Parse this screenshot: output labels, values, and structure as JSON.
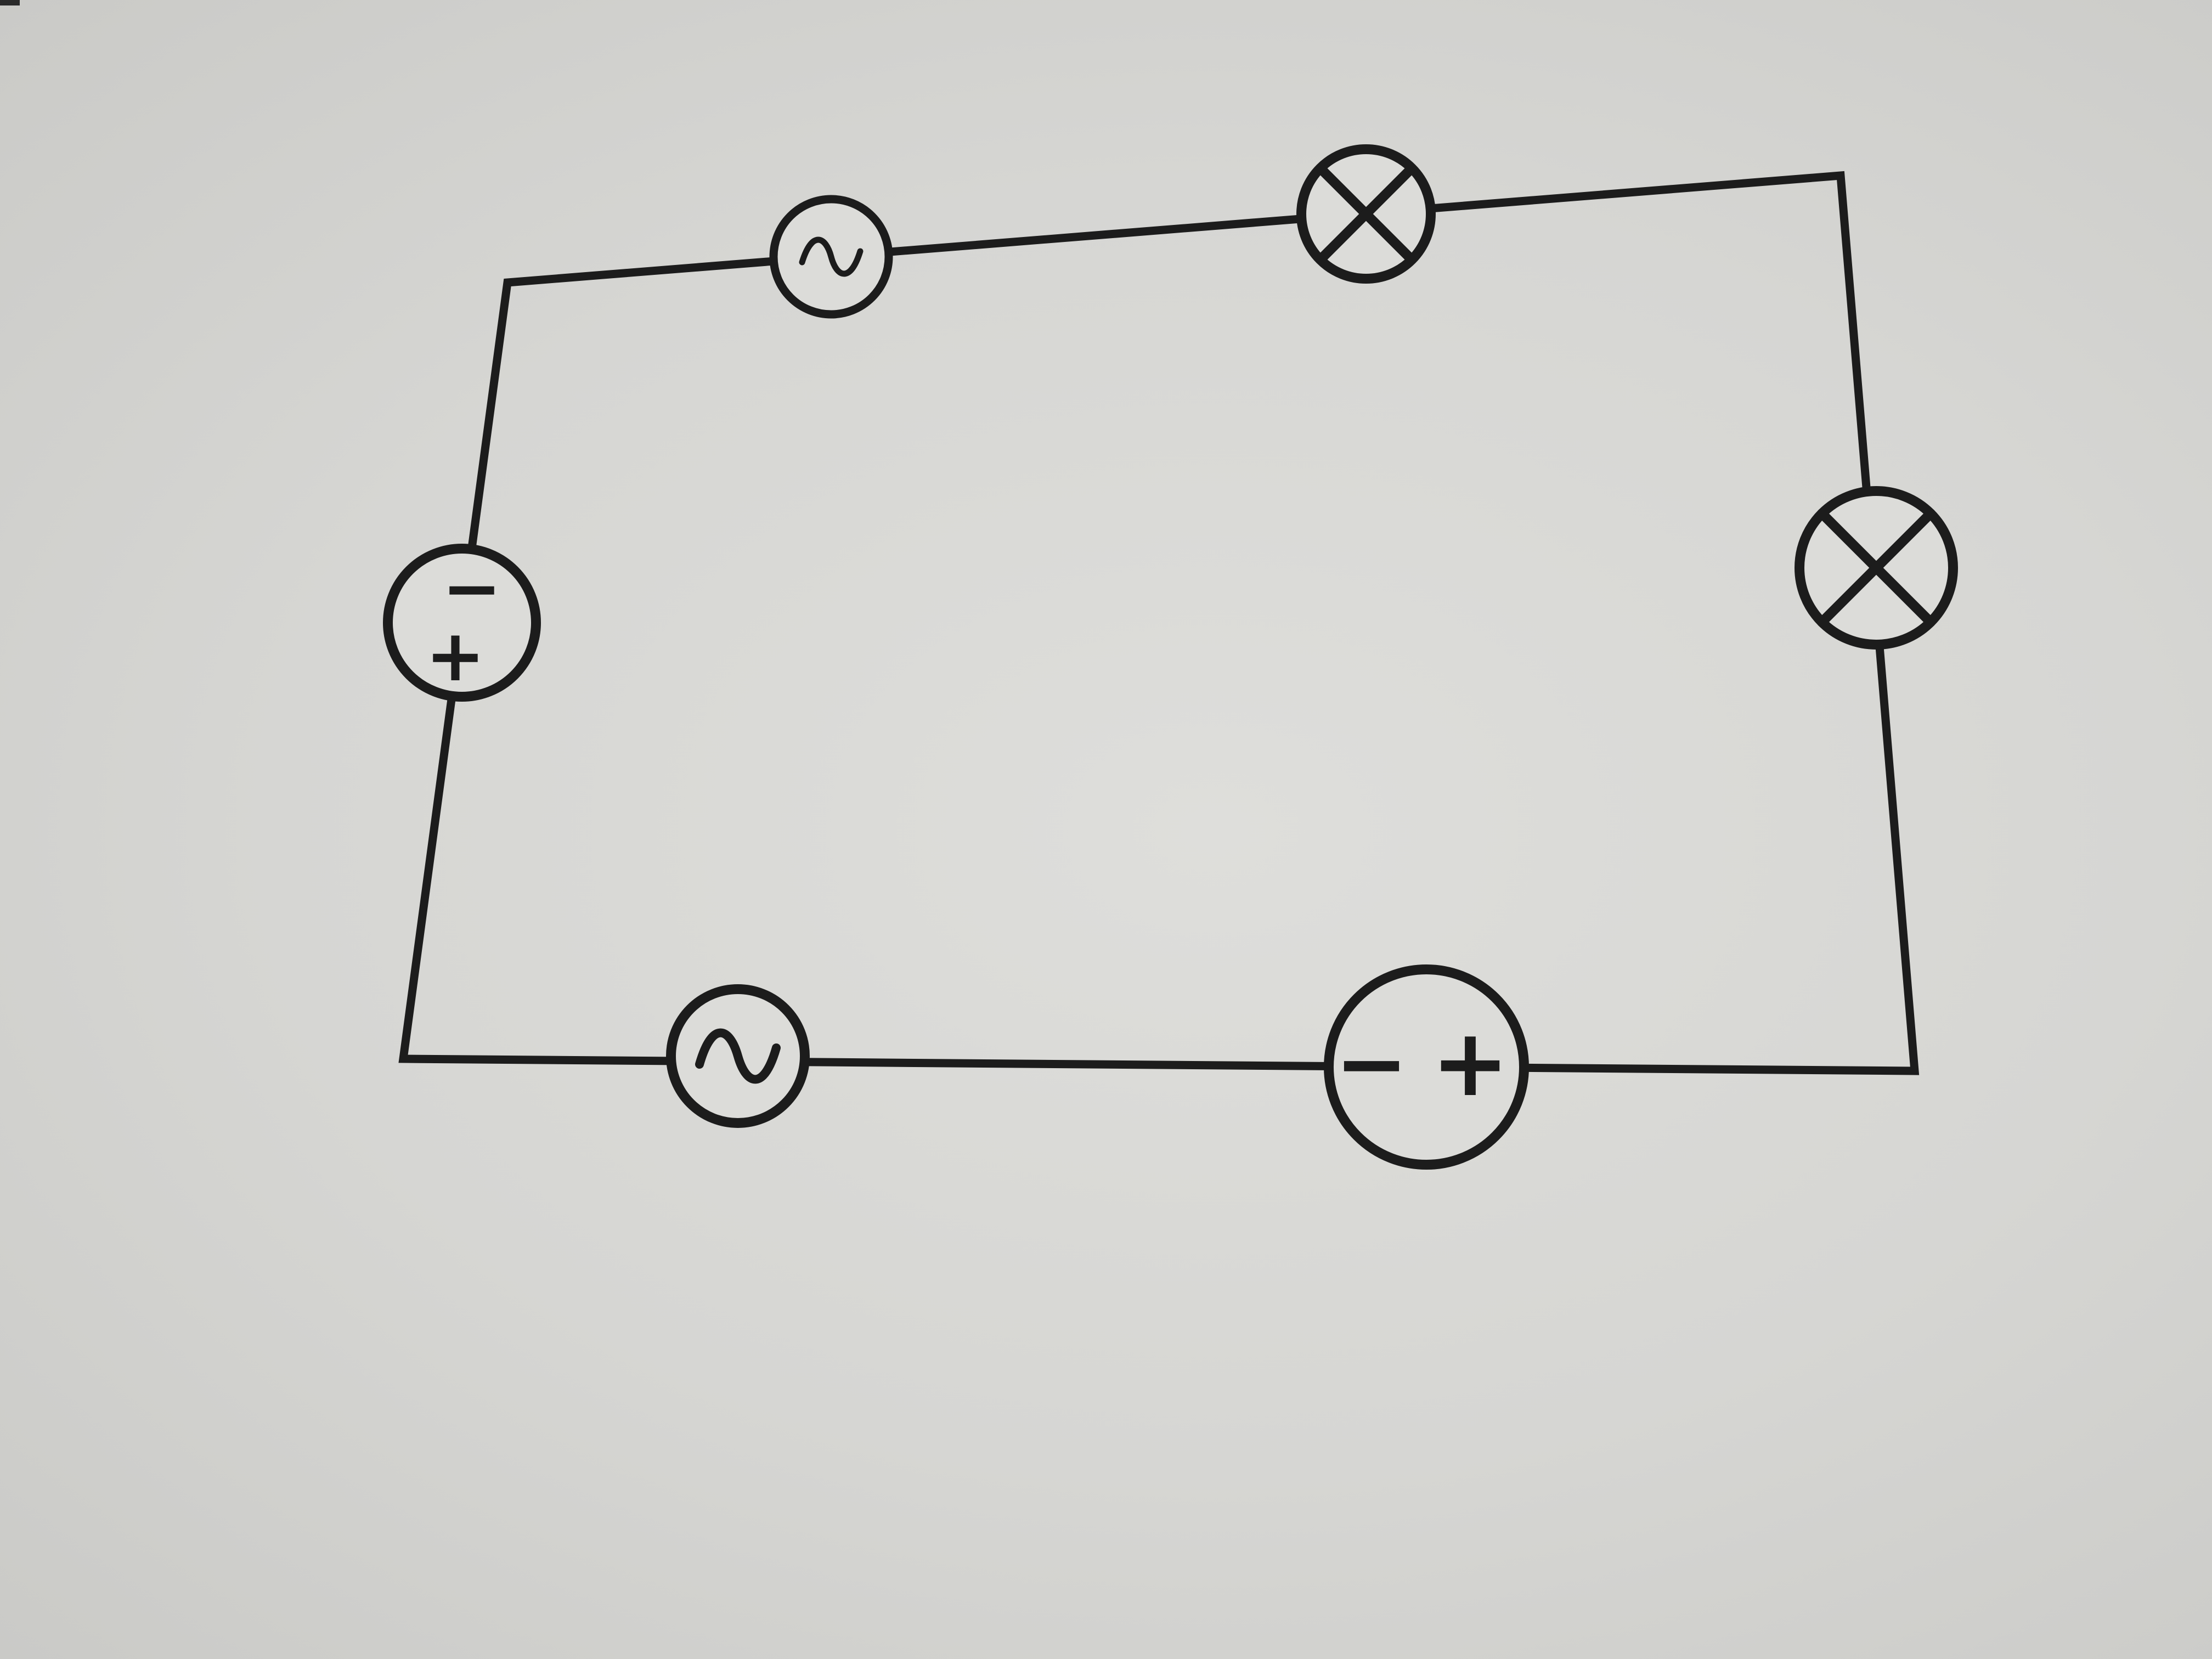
{
  "diagram": {
    "components": [
      {
        "id": "ac-source-top",
        "kind": "ac-source",
        "symbol": "~"
      },
      {
        "id": "lamp-top",
        "kind": "lamp",
        "symbol": "⊗"
      },
      {
        "id": "lamp-right",
        "kind": "lamp",
        "symbol": "⊗"
      },
      {
        "id": "dc-source-bottom",
        "kind": "dc-source",
        "minus": "−",
        "plus": "+"
      },
      {
        "id": "ac-source-bottom",
        "kind": "ac-source",
        "symbol": "~"
      },
      {
        "id": "dc-source-left",
        "kind": "dc-source",
        "minus": "−",
        "plus": "+"
      }
    ],
    "colors": {
      "ink": "#1c1c1c",
      "paper": "#d9d9d6"
    }
  }
}
